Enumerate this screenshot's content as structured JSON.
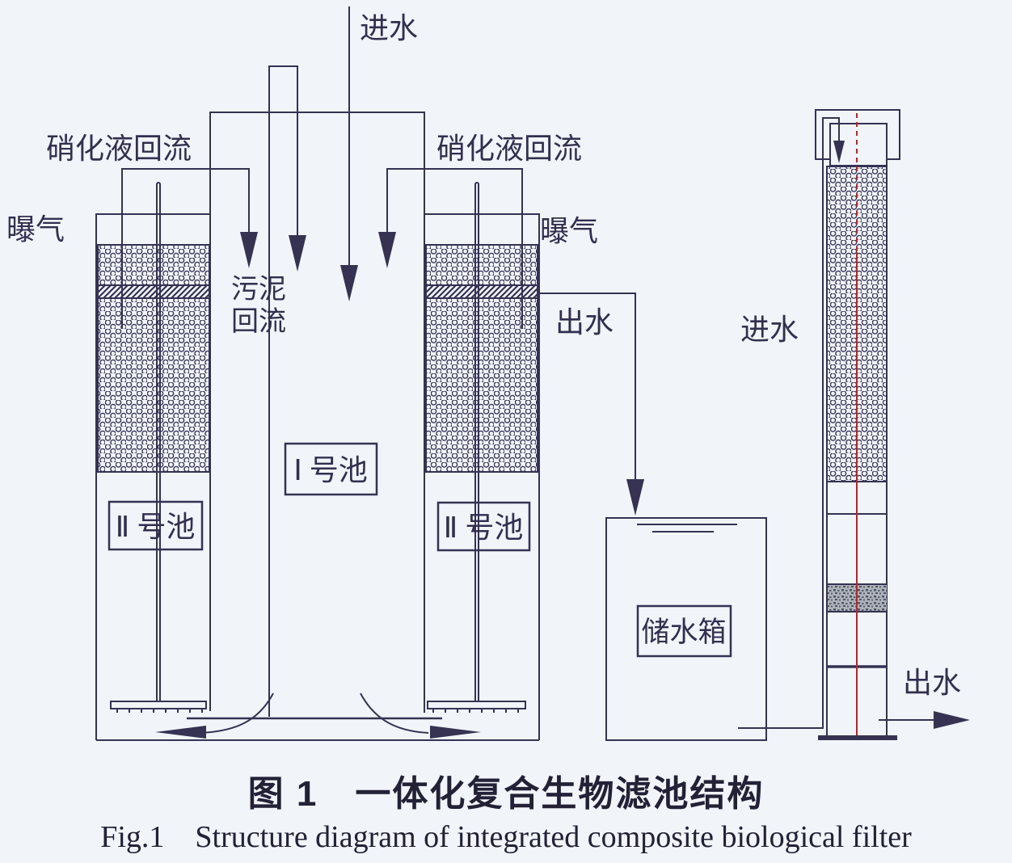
{
  "diagram": {
    "labels": {
      "inlet_top": "进水",
      "nitrified_reflux_left": "硝化液回流",
      "nitrified_reflux_right": "硝化液回流",
      "aeration_left": "曝气",
      "aeration_right": "曝气",
      "sludge_reflux_line1": "污泥",
      "sludge_reflux_line2": "回流",
      "tank_1": "Ⅰ 号池",
      "tank_2_left": "Ⅱ 号池",
      "tank_2_right": "Ⅱ 号池",
      "outlet_to_storage": "出水",
      "storage_tank": "储水箱",
      "column_inlet": "进水",
      "column_outlet": "出水"
    },
    "colors": {
      "line": "#353252",
      "text": "#322f4e",
      "centerline_red": "#c22222",
      "background": "#f1f4f9"
    }
  },
  "caption": {
    "chinese": "图 1　一体化复合生物滤池结构",
    "english": "Fig.1　Structure diagram of integrated composite biological filter"
  }
}
